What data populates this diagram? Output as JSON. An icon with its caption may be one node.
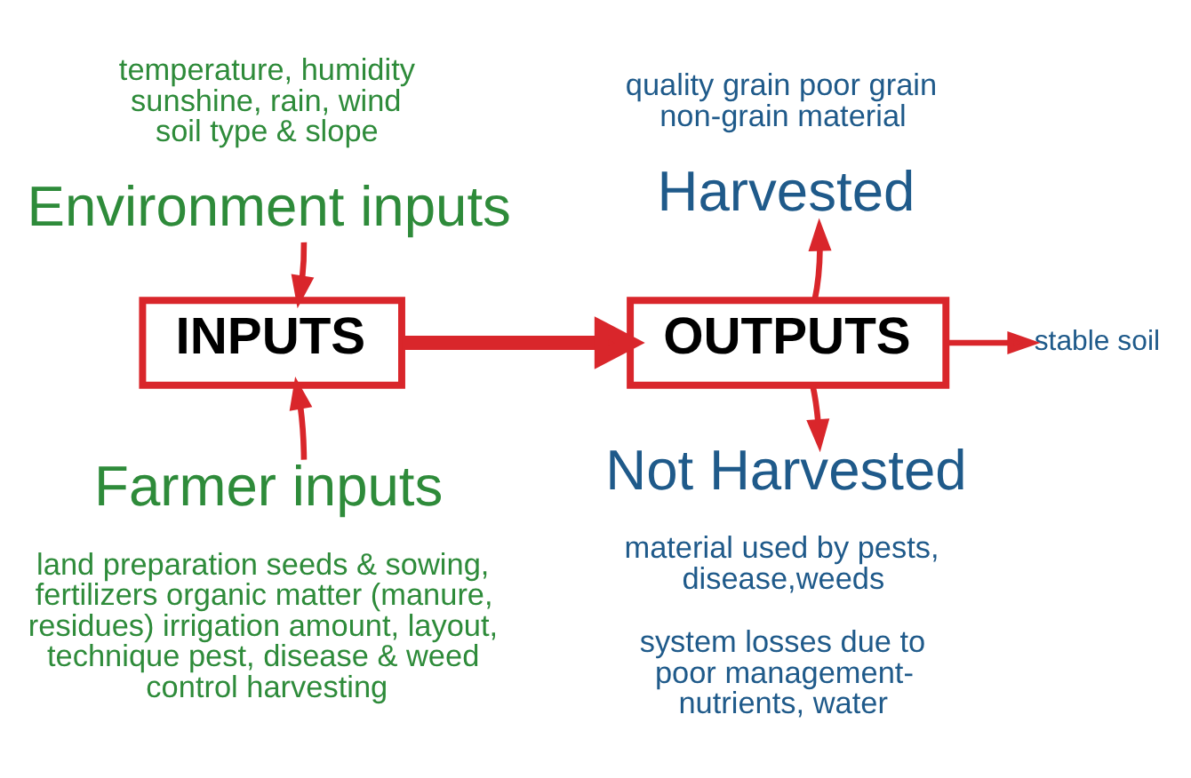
{
  "diagram": {
    "nodes": [
      {
        "text": [
          "temperature, humidity sunshine, rain, wind soil type & slope",
          "Environment inputs"
        ]
      },
      {
        "text": [
          "INPUTS"
        ]
      },
      {
        "text": [
          "OUTPUTS"
        ]
      },
      {
        "text": [
          "quality grain poor grain non-grain material",
          "Harvested"
        ]
      },
      {
        "text": [
          "Farmer inputs",
          "land preparation seeds & sowing, fertilizers organic matter (manure, residues) irrigation amount, layout, technique pest, disease & weed control harvesting"
        ]
      },
      {
        "text": [
          "Not Harvested",
          "material used by pests, disease,weeds",
          "system losses due to poor management- nutrients, water"
        ]
      },
      {
        "text": [
          "stable soil"
        ]
      }
    ],
    "edges": [
      {
        "from": 0,
        "to": 1,
        "arrow": "to"
      },
      {
        "from": 4,
        "to": 1,
        "arrow": "to"
      },
      {
        "from": 1,
        "to": 2,
        "arrow": "to",
        "style": "thick"
      },
      {
        "from": 2,
        "to": 3,
        "arrow": "to"
      },
      {
        "from": 2,
        "to": 5,
        "arrow": "to"
      },
      {
        "from": 2,
        "to": 6,
        "arrow": "to"
      }
    ]
  }
}
